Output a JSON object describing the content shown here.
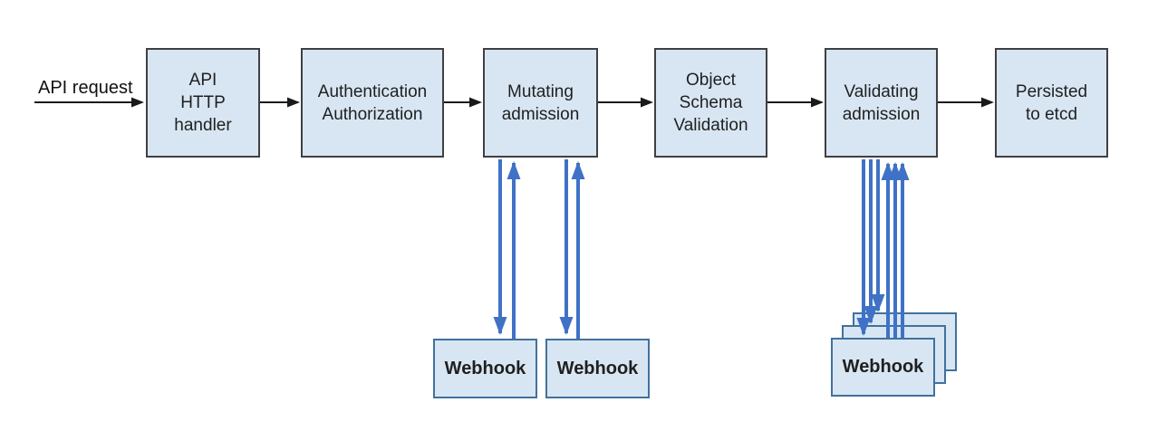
{
  "labels": {
    "api_request": "API request"
  },
  "boxes": {
    "api_handler": {
      "label": "API\nHTTP\nhandler"
    },
    "auth": {
      "label": "Authentication\nAuthorization"
    },
    "mutating": {
      "label": "Mutating\nadmission"
    },
    "schema": {
      "label": "Object\nSchema\nValidation"
    },
    "validating": {
      "label": "Validating\nadmission"
    },
    "etcd": {
      "label": "Persisted\nto etcd"
    }
  },
  "webhooks": {
    "mutating": [
      "Webhook",
      "Webhook"
    ],
    "validating": [
      "Webhook",
      "Webhook",
      "Webhook"
    ]
  },
  "colors": {
    "box_fill": "#d8e6f3",
    "box_border": "#404040",
    "webhook_border": "#41719c",
    "arrow_blue": "#3f72c6",
    "arrow_black": "#1a1a1a",
    "text": "#1f1f1f"
  }
}
